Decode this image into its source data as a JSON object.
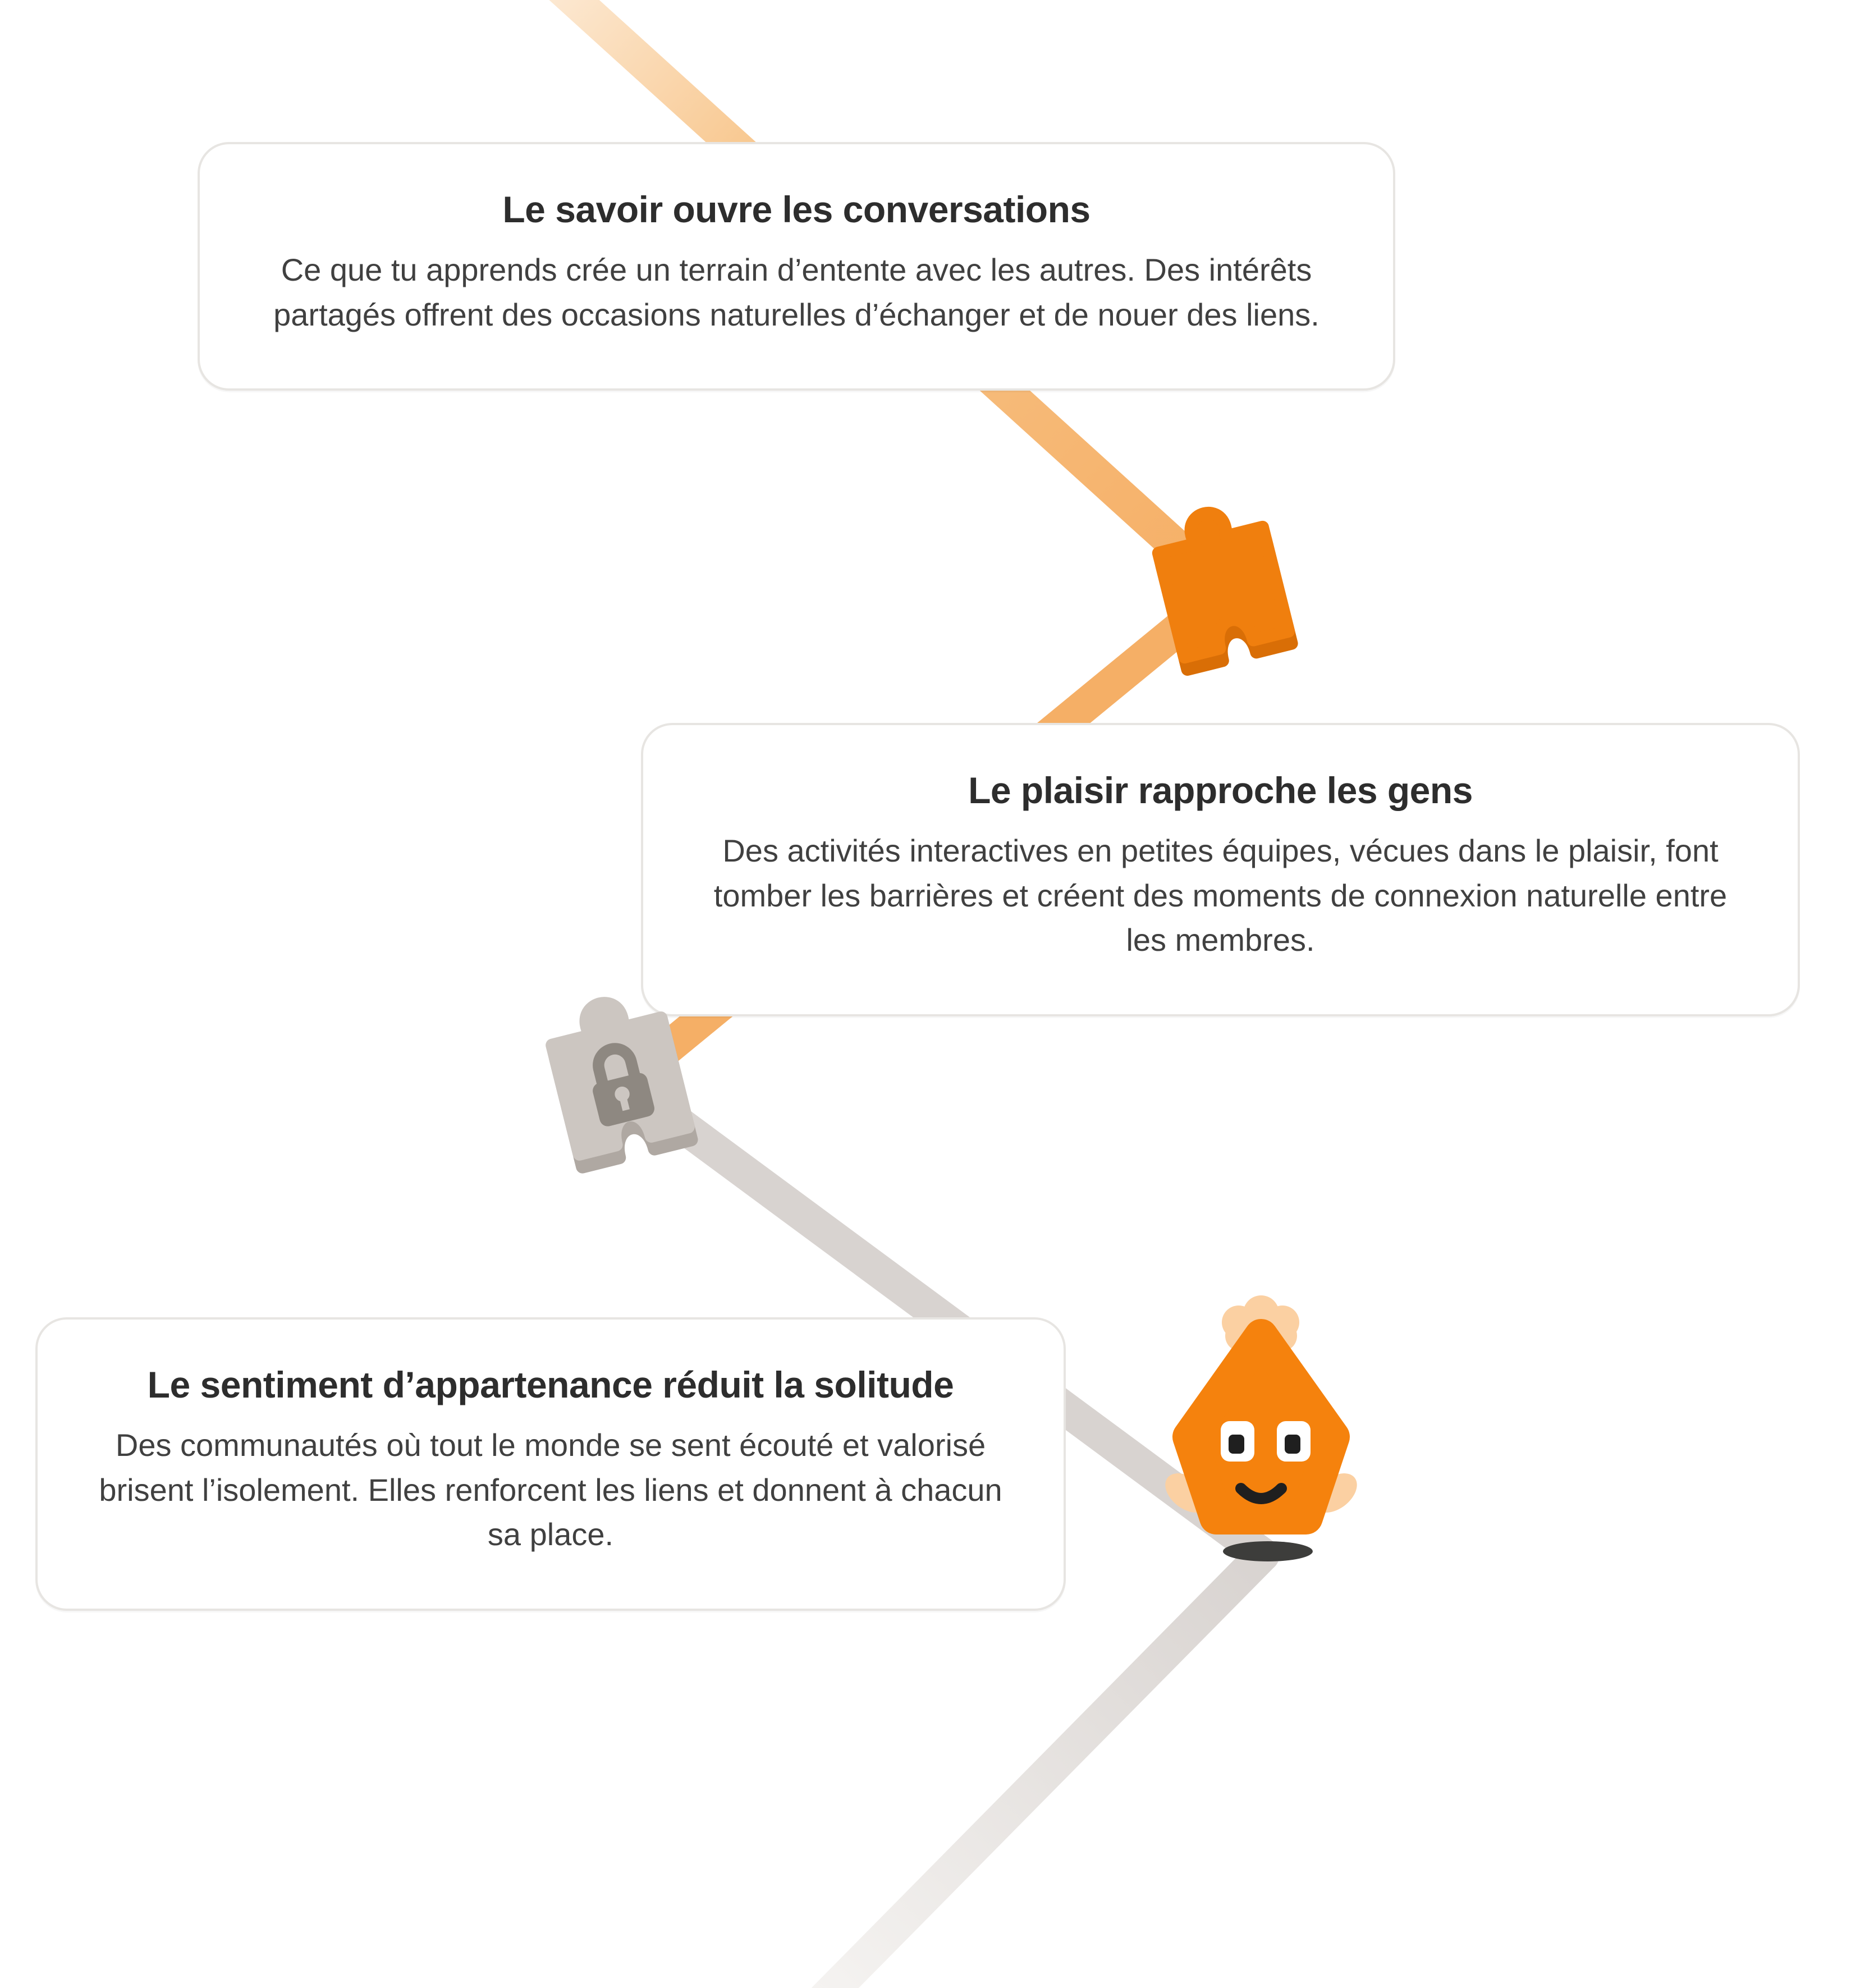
{
  "cards": [
    {
      "title": "Le savoir ouvre les conversations",
      "body": "Ce que tu apprends crée un terrain d’entente avec les autres. Des intérêts partagés offrent des occasions naturelles d’échanger et de nouer des liens."
    },
    {
      "title": "Le plaisir rapproche les gens",
      "body": "Des activités interactives en petites équipes, vécues dans le plaisir, font tomber les barrières et créent des moments de connexion naturelle entre les membres."
    },
    {
      "title": "Le sentiment d’appartenance réduit la solitude",
      "body": "Des communautés où tout le monde se sent écouté et valorisé brisent l’isolement. Elles renforcent les liens et donnent à chacun sa place."
    }
  ],
  "icons": {
    "node_1": "puzzle-piece-icon",
    "node_2": "locked-puzzle-piece-icon",
    "node_3": "mascot-character"
  },
  "colors": {
    "path_orange": "#F5AF66",
    "path_orange_pale": "#FCE9D3",
    "path_gray": "#D8D3D0",
    "path_gray_fade": "#F5F3F1",
    "puzzle_orange": "#F07F0E",
    "puzzle_orange_dark": "#D96E06",
    "puzzle_gray": "#CCC6C1",
    "puzzle_gray_dark": "#AFA8A2",
    "lock_gray": "#8E8881",
    "mascot_orange": "#F5820D",
    "mascot_fin": "#FBD0A2",
    "mascot_shadow": "#3D3D3B",
    "card_border": "#E7E5E2",
    "title_text": "#2D2D2D",
    "body_text": "#404040"
  }
}
